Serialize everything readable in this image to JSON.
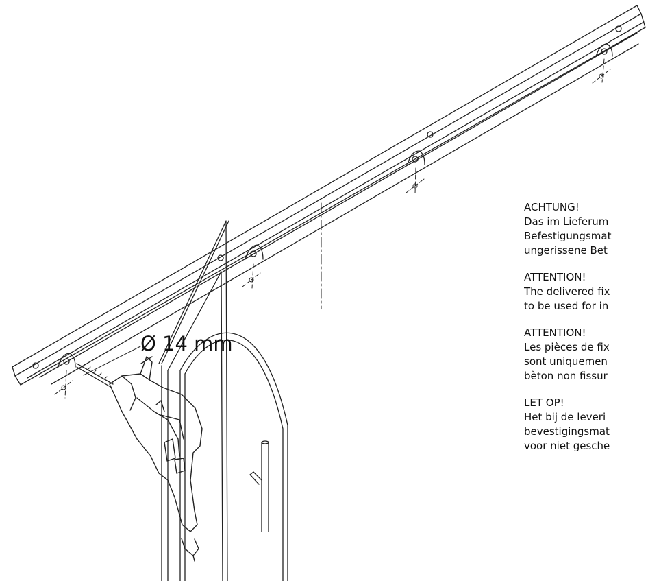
{
  "drill_label": "Ø 14 mm",
  "warnings": [
    {
      "heading": "ACHTUNG!",
      "lines": [
        "Das im Lieferum",
        "Befestigungsmat",
        "ungerissene Bet"
      ]
    },
    {
      "heading": "ATTENTION!",
      "lines": [
        "The delivered fix",
        "to be used for in"
      ]
    },
    {
      "heading": "ATTENTION!",
      "lines": [
        "Les pièces de fix",
        "sont uniquemen",
        "bèton non fissur"
      ]
    },
    {
      "heading": "LET OP!",
      "lines": [
        "Het bij de leveri",
        "bevestigingsmat",
        "voor niet gesche"
      ]
    }
  ]
}
